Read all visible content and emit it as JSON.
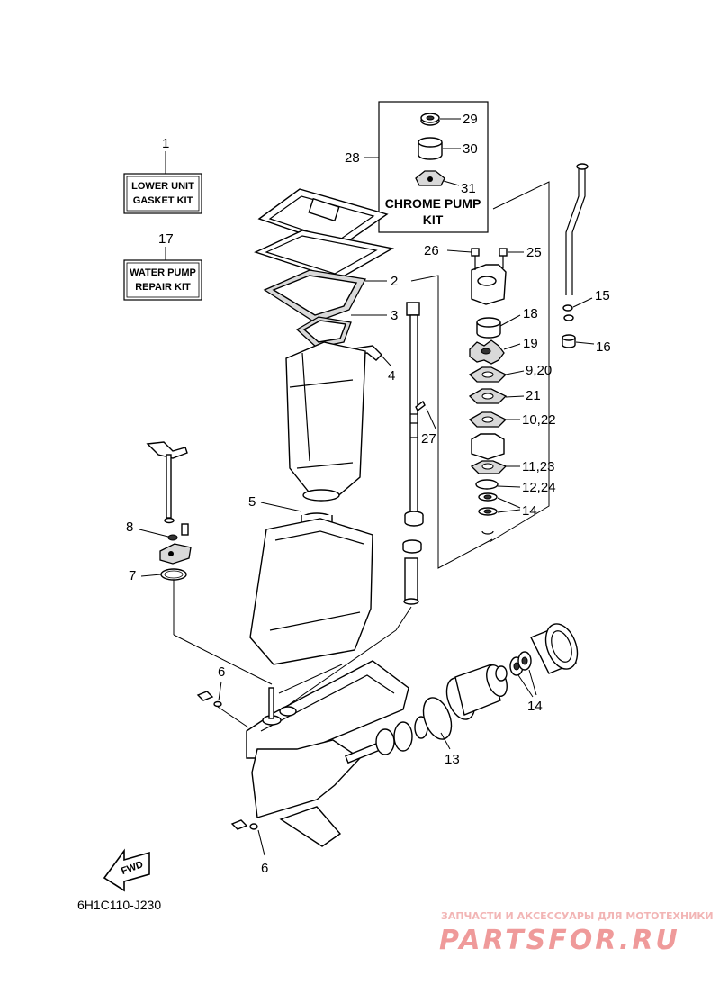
{
  "kits": {
    "lower_unit_gasket": {
      "number": "1",
      "line1": "LOWER UNIT",
      "line2": "GASKET KIT"
    },
    "water_pump_repair": {
      "number": "17",
      "line1": "WATER PUMP",
      "line2": "REPAIR KIT"
    },
    "chrome_pump": {
      "number": "28",
      "line1": "CHROME PUMP",
      "line2": "KIT",
      "items": [
        "29",
        "30",
        "31"
      ]
    }
  },
  "callouts": [
    "2",
    "3",
    "4",
    "5",
    "6",
    "6",
    "7",
    "8",
    "9,20",
    "10,22",
    "11,23",
    "12,24",
    "13",
    "14",
    "14",
    "15",
    "16",
    "18",
    "19",
    "21",
    "25",
    "26",
    "27"
  ],
  "labels": {
    "n2": "2",
    "n3": "3",
    "n4": "4",
    "n5": "5",
    "n6a": "6",
    "n6b": "6",
    "n7": "7",
    "n8": "8",
    "n9_20": "9,20",
    "n10_22": "10,22",
    "n11_23": "11,23",
    "n12_24": "12,24",
    "n13": "13",
    "n14a": "14",
    "n14b": "14",
    "n15": "15",
    "n16": "16",
    "n18": "18",
    "n19": "19",
    "n21": "21",
    "n25": "25",
    "n26": "26",
    "n27": "27"
  },
  "direction_marker": {
    "text": "FWD",
    "icon": "forward-arrow-icon"
  },
  "diagram_code": "6H1C110-J230",
  "watermark": {
    "tagline": "ЗАПЧАСТИ И АКСЕССУАРЫ ДЛЯ МОТОТЕХНИКИ",
    "brand": "PARTSFOR.RU"
  }
}
